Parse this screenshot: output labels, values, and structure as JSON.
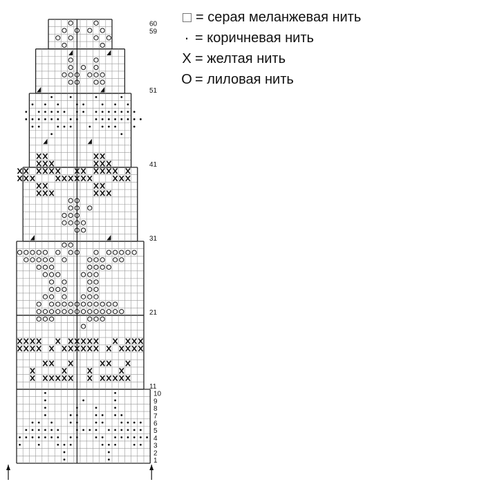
{
  "legend": [
    {
      "symbol": "box",
      "text": "= серая меланжевая нить"
    },
    {
      "symbol": "·",
      "text": "= коричневая нить"
    },
    {
      "symbol": "X",
      "text": "= желтая нить"
    },
    {
      "symbol": "O",
      "text": "= лиловая нить"
    }
  ],
  "row_labels": {
    "small": [
      "1",
      "2",
      "3",
      "4",
      "5",
      "6",
      "7",
      "8",
      "9",
      "10"
    ],
    "large": [
      "11",
      "21",
      "31",
      "41",
      "51",
      "59",
      "60"
    ]
  },
  "pattern": {
    "rows_total": 60,
    "cols_total": 21,
    "cells": {
      "dot": [
        [
          1,
          8
        ],
        [
          1,
          15
        ],
        [
          2,
          8
        ],
        [
          2,
          15
        ],
        [
          3,
          1
        ],
        [
          3,
          4
        ],
        [
          3,
          7
        ],
        [
          3,
          8
        ],
        [
          3,
          9
        ],
        [
          3,
          14
        ],
        [
          3,
          15
        ],
        [
          3,
          16
        ],
        [
          3,
          19
        ],
        [
          3,
          20
        ],
        [
          4,
          1
        ],
        [
          4,
          2
        ],
        [
          4,
          3
        ],
        [
          4,
          4
        ],
        [
          4,
          5
        ],
        [
          4,
          6
        ],
        [
          4,
          7
        ],
        [
          4,
          9
        ],
        [
          4,
          10
        ],
        [
          4,
          13
        ],
        [
          4,
          14
        ],
        [
          4,
          16
        ],
        [
          4,
          17
        ],
        [
          4,
          18
        ],
        [
          4,
          19
        ],
        [
          4,
          20
        ],
        [
          4,
          21
        ],
        [
          5,
          2
        ],
        [
          5,
          3
        ],
        [
          5,
          4
        ],
        [
          5,
          5
        ],
        [
          5,
          6
        ],
        [
          5,
          7
        ],
        [
          5,
          10
        ],
        [
          5,
          11
        ],
        [
          5,
          12
        ],
        [
          5,
          13
        ],
        [
          5,
          15
        ],
        [
          5,
          16
        ],
        [
          5,
          17
        ],
        [
          5,
          18
        ],
        [
          5,
          19
        ],
        [
          5,
          20
        ],
        [
          6,
          3
        ],
        [
          6,
          4
        ],
        [
          6,
          6
        ],
        [
          6,
          9
        ],
        [
          6,
          10
        ],
        [
          6,
          13
        ],
        [
          6,
          14
        ],
        [
          6,
          17
        ],
        [
          6,
          18
        ],
        [
          6,
          19
        ],
        [
          6,
          20
        ],
        [
          7,
          5
        ],
        [
          7,
          9
        ],
        [
          7,
          10
        ],
        [
          7,
          13
        ],
        [
          7,
          14
        ],
        [
          7,
          16
        ],
        [
          7,
          17
        ],
        [
          8,
          5
        ],
        [
          8,
          10
        ],
        [
          8,
          13
        ],
        [
          8,
          16
        ],
        [
          9,
          5
        ],
        [
          9,
          11
        ],
        [
          9,
          16
        ],
        [
          10,
          5
        ],
        [
          10,
          16
        ],
        [
          45,
          6
        ],
        [
          45,
          17
        ],
        [
          46,
          3
        ],
        [
          46,
          4
        ],
        [
          46,
          7
        ],
        [
          46,
          8
        ],
        [
          46,
          9
        ],
        [
          46,
          12
        ],
        [
          46,
          14
        ],
        [
          46,
          15
        ],
        [
          46,
          16
        ],
        [
          46,
          19
        ],
        [
          47,
          2
        ],
        [
          47,
          3
        ],
        [
          47,
          4
        ],
        [
          47,
          5
        ],
        [
          47,
          6
        ],
        [
          47,
          7
        ],
        [
          47,
          9
        ],
        [
          47,
          10
        ],
        [
          47,
          13
        ],
        [
          47,
          14
        ],
        [
          47,
          15
        ],
        [
          47,
          16
        ],
        [
          47,
          17
        ],
        [
          47,
          18
        ],
        [
          47,
          19
        ],
        [
          47,
          20
        ],
        [
          48,
          2
        ],
        [
          48,
          4
        ],
        [
          48,
          5
        ],
        [
          48,
          6
        ],
        [
          48,
          7
        ],
        [
          48,
          8
        ],
        [
          48,
          10
        ],
        [
          48,
          11
        ],
        [
          48,
          13
        ],
        [
          48,
          14
        ],
        [
          48,
          15
        ],
        [
          48,
          16
        ],
        [
          48,
          17
        ],
        [
          48,
          18
        ],
        [
          48,
          19
        ],
        [
          49,
          3
        ],
        [
          49,
          5
        ],
        [
          49,
          7
        ],
        [
          49,
          10
        ],
        [
          49,
          11
        ],
        [
          49,
          14
        ],
        [
          49,
          16
        ],
        [
          49,
          18
        ],
        [
          50,
          6
        ],
        [
          50,
          9
        ],
        [
          50,
          13
        ],
        [
          50,
          17
        ]
      ],
      "x": [
        [
          12,
          3
        ],
        [
          12,
          5
        ],
        [
          12,
          6
        ],
        [
          12,
          7
        ],
        [
          12,
          8
        ],
        [
          12,
          9
        ],
        [
          12,
          12
        ],
        [
          12,
          14
        ],
        [
          12,
          15
        ],
        [
          12,
          16
        ],
        [
          12,
          17
        ],
        [
          12,
          18
        ],
        [
          13,
          3
        ],
        [
          13,
          8
        ],
        [
          13,
          12
        ],
        [
          13,
          17
        ],
        [
          14,
          5
        ],
        [
          14,
          6
        ],
        [
          14,
          9
        ],
        [
          14,
          14
        ],
        [
          14,
          15
        ],
        [
          14,
          18
        ],
        [
          16,
          1
        ],
        [
          16,
          2
        ],
        [
          16,
          3
        ],
        [
          16,
          4
        ],
        [
          16,
          6
        ],
        [
          16,
          8
        ],
        [
          16,
          9
        ],
        [
          16,
          10
        ],
        [
          16,
          11
        ],
        [
          16,
          12
        ],
        [
          16,
          13
        ],
        [
          16,
          15
        ],
        [
          16,
          17
        ],
        [
          16,
          18
        ],
        [
          16,
          19
        ],
        [
          16,
          20
        ],
        [
          17,
          1
        ],
        [
          17,
          2
        ],
        [
          17,
          3
        ],
        [
          17,
          4
        ],
        [
          17,
          7
        ],
        [
          17,
          9
        ],
        [
          17,
          10
        ],
        [
          17,
          11
        ],
        [
          17,
          12
        ],
        [
          17,
          13
        ],
        [
          17,
          16
        ],
        [
          17,
          18
        ],
        [
          17,
          19
        ],
        [
          17,
          20
        ],
        [
          37,
          4
        ],
        [
          37,
          5
        ],
        [
          37,
          6
        ],
        [
          37,
          13
        ],
        [
          37,
          14
        ],
        [
          37,
          15
        ],
        [
          38,
          4
        ],
        [
          38,
          5
        ],
        [
          38,
          13
        ],
        [
          38,
          14
        ],
        [
          39,
          1
        ],
        [
          39,
          2
        ],
        [
          39,
          3
        ],
        [
          39,
          7
        ],
        [
          39,
          8
        ],
        [
          39,
          9
        ],
        [
          39,
          10
        ],
        [
          39,
          11
        ],
        [
          39,
          12
        ],
        [
          39,
          16
        ],
        [
          39,
          17
        ],
        [
          39,
          18
        ],
        [
          40,
          1
        ],
        [
          40,
          2
        ],
        [
          40,
          4
        ],
        [
          40,
          5
        ],
        [
          40,
          6
        ],
        [
          40,
          7
        ],
        [
          40,
          10
        ],
        [
          40,
          11
        ],
        [
          40,
          13
        ],
        [
          40,
          14
        ],
        [
          40,
          15
        ],
        [
          40,
          16
        ],
        [
          40,
          18
        ],
        [
          41,
          4
        ],
        [
          41,
          5
        ],
        [
          41,
          6
        ],
        [
          41,
          13
        ],
        [
          41,
          14
        ],
        [
          41,
          15
        ],
        [
          42,
          4
        ],
        [
          42,
          5
        ],
        [
          42,
          13
        ],
        [
          42,
          14
        ]
      ],
      "o": [
        [
          19,
          11
        ],
        [
          20,
          4
        ],
        [
          20,
          5
        ],
        [
          20,
          6
        ],
        [
          20,
          12
        ],
        [
          20,
          13
        ],
        [
          20,
          14
        ],
        [
          21,
          4
        ],
        [
          21,
          5
        ],
        [
          21,
          6
        ],
        [
          21,
          7
        ],
        [
          21,
          8
        ],
        [
          21,
          9
        ],
        [
          21,
          10
        ],
        [
          21,
          11
        ],
        [
          21,
          12
        ],
        [
          21,
          13
        ],
        [
          21,
          14
        ],
        [
          21,
          15
        ],
        [
          21,
          16
        ],
        [
          21,
          17
        ],
        [
          22,
          4
        ],
        [
          22,
          6
        ],
        [
          22,
          7
        ],
        [
          22,
          8
        ],
        [
          22,
          9
        ],
        [
          22,
          10
        ],
        [
          22,
          11
        ],
        [
          22,
          12
        ],
        [
          22,
          13
        ],
        [
          22,
          14
        ],
        [
          22,
          15
        ],
        [
          22,
          16
        ],
        [
          23,
          5
        ],
        [
          23,
          6
        ],
        [
          23,
          8
        ],
        [
          23,
          11
        ],
        [
          23,
          12
        ],
        [
          23,
          13
        ],
        [
          24,
          6
        ],
        [
          24,
          7
        ],
        [
          24,
          8
        ],
        [
          24,
          12
        ],
        [
          24,
          13
        ],
        [
          25,
          6
        ],
        [
          25,
          8
        ],
        [
          25,
          12
        ],
        [
          25,
          13
        ],
        [
          26,
          5
        ],
        [
          26,
          6
        ],
        [
          26,
          7
        ],
        [
          26,
          11
        ],
        [
          26,
          12
        ],
        [
          26,
          13
        ],
        [
          27,
          4
        ],
        [
          27,
          5
        ],
        [
          27,
          6
        ],
        [
          27,
          12
        ],
        [
          27,
          13
        ],
        [
          27,
          14
        ],
        [
          27,
          15
        ],
        [
          28,
          2
        ],
        [
          28,
          3
        ],
        [
          28,
          4
        ],
        [
          28,
          5
        ],
        [
          28,
          6
        ],
        [
          28,
          8
        ],
        [
          28,
          12
        ],
        [
          28,
          13
        ],
        [
          28,
          14
        ],
        [
          28,
          16
        ],
        [
          28,
          17
        ],
        [
          29,
          1
        ],
        [
          29,
          2
        ],
        [
          29,
          3
        ],
        [
          29,
          4
        ],
        [
          29,
          5
        ],
        [
          29,
          7
        ],
        [
          29,
          9
        ],
        [
          29,
          10
        ],
        [
          29,
          13
        ],
        [
          29,
          15
        ],
        [
          29,
          16
        ],
        [
          29,
          17
        ],
        [
          29,
          18
        ],
        [
          29,
          19
        ],
        [
          30,
          8
        ],
        [
          30,
          9
        ],
        [
          32,
          10
        ],
        [
          32,
          11
        ],
        [
          33,
          8
        ],
        [
          33,
          9
        ],
        [
          33,
          10
        ],
        [
          33,
          11
        ],
        [
          34,
          8
        ],
        [
          34,
          9
        ],
        [
          34,
          10
        ],
        [
          35,
          9
        ],
        [
          35,
          10
        ],
        [
          35,
          12
        ],
        [
          36,
          9
        ],
        [
          36,
          10
        ],
        [
          52,
          9
        ],
        [
          52,
          10
        ],
        [
          52,
          13
        ],
        [
          52,
          14
        ],
        [
          53,
          8
        ],
        [
          53,
          9
        ],
        [
          53,
          10
        ],
        [
          53,
          12
        ],
        [
          53,
          13
        ],
        [
          53,
          14
        ],
        [
          54,
          9
        ],
        [
          54,
          11
        ],
        [
          54,
          13
        ],
        [
          55,
          9
        ],
        [
          55,
          13
        ],
        [
          57,
          8
        ],
        [
          57,
          14
        ],
        [
          58,
          7
        ],
        [
          58,
          9
        ],
        [
          58,
          13
        ],
        [
          58,
          15
        ],
        [
          59,
          8
        ],
        [
          59,
          10
        ],
        [
          59,
          12
        ],
        [
          59,
          14
        ],
        [
          60,
          9
        ],
        [
          60,
          13
        ]
      ],
      "tri": [
        [
          31,
          3
        ],
        [
          31,
          15
        ],
        [
          44,
          5
        ],
        [
          44,
          12
        ],
        [
          51,
          4
        ],
        [
          51,
          14
        ],
        [
          56,
          9
        ],
        [
          56,
          15
        ]
      ]
    }
  }
}
